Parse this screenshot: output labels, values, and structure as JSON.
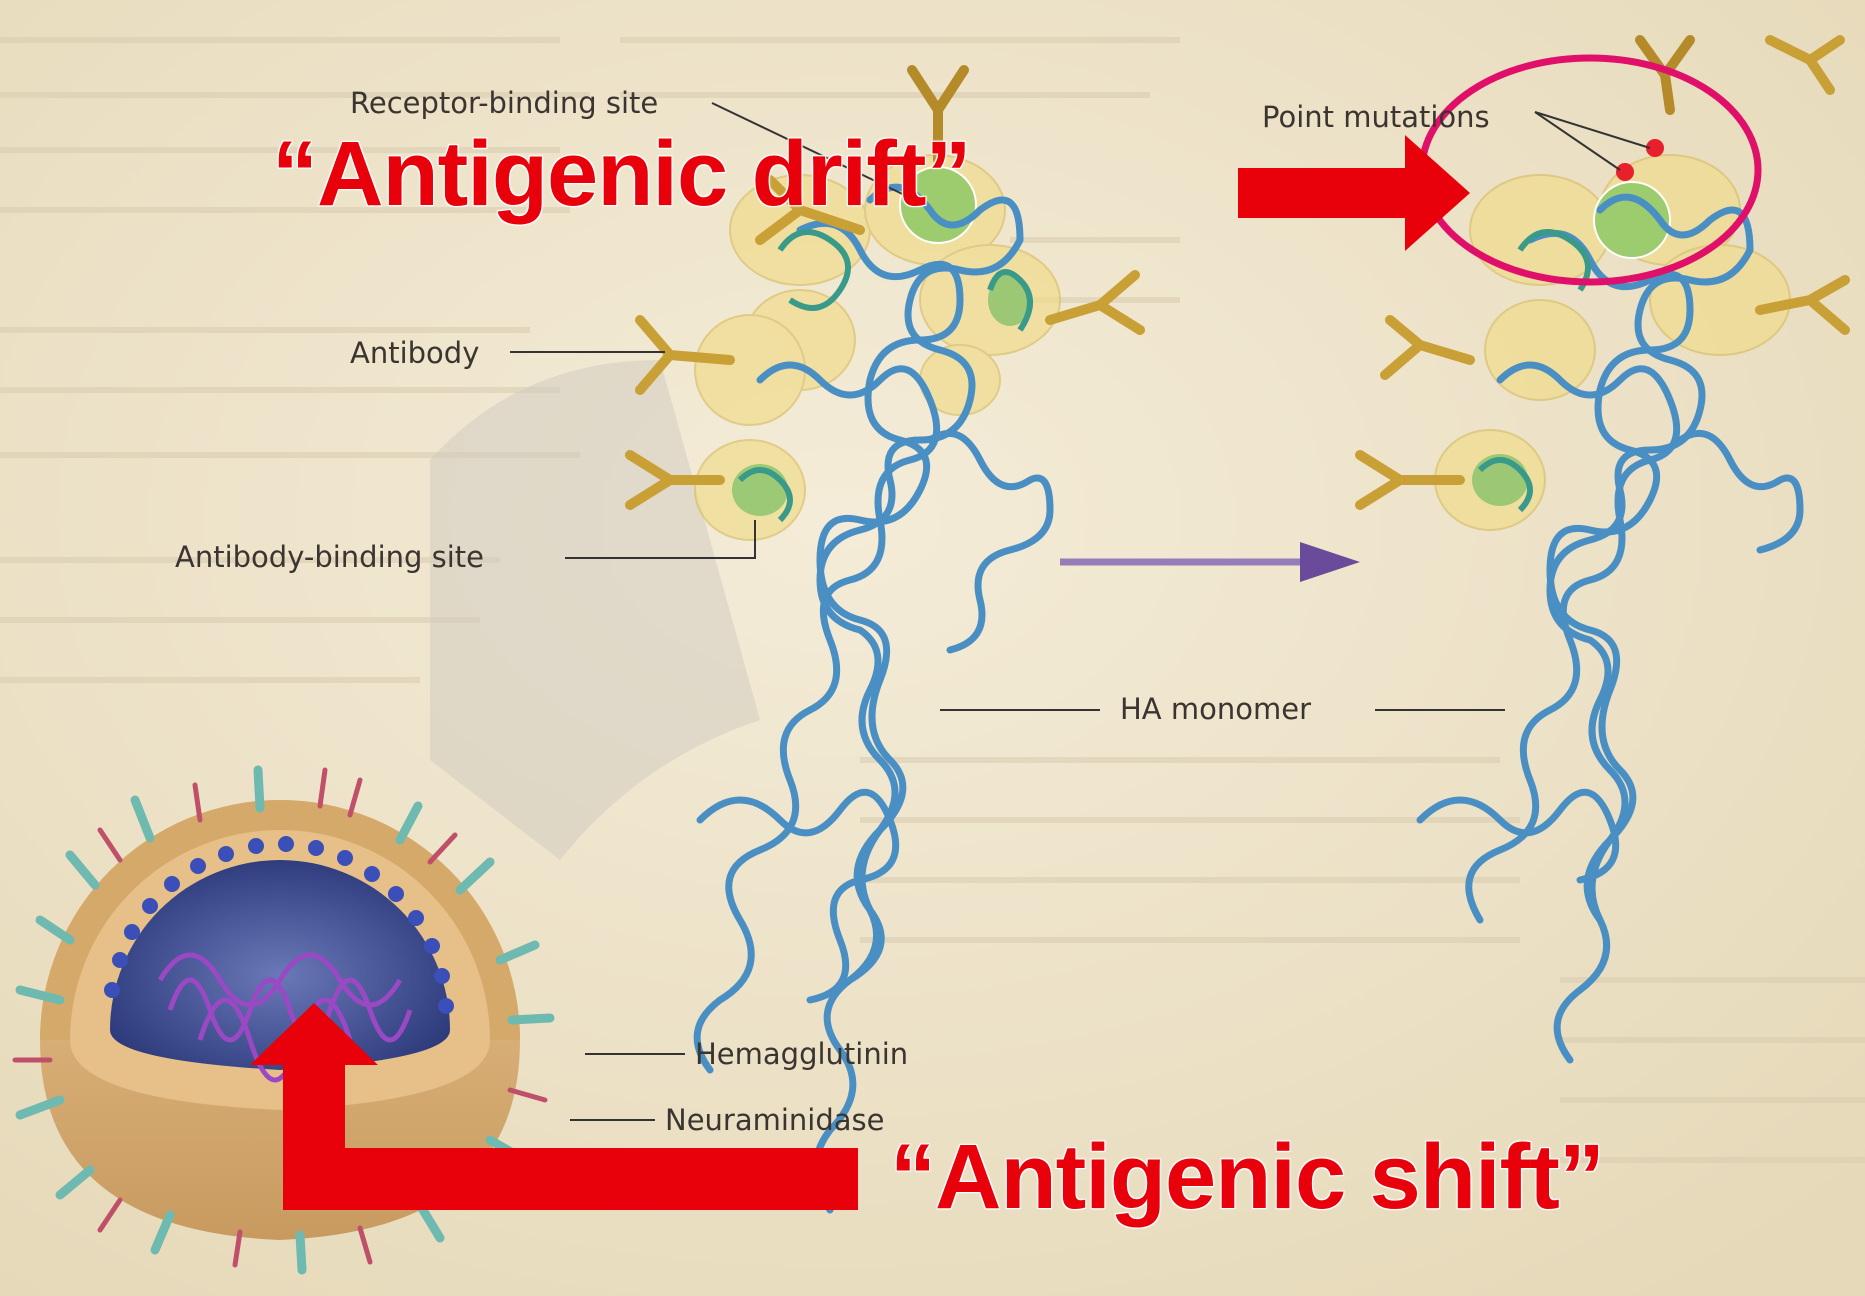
{
  "labels": {
    "receptor_binding_site": "Receptor-binding site",
    "antibody": "Antibody",
    "antibody_binding_site": "Antibody-binding site",
    "ha_monomer": "HA monomer",
    "point_mutations": "Point mutations",
    "hemagglutinin": "Hemagglutinin",
    "neuraminidase": "Neuraminidase"
  },
  "annotations": {
    "drift": "“Antigenic drift”",
    "shift": "“Antigenic shift”"
  },
  "colors": {
    "annotation_red": "#e8000b",
    "ellipse_pink": "#e0106a",
    "protein_blue": "#4a8fc4",
    "antibody_gold": "#c9a035",
    "transition_arrow_purple": "#7a5aa8"
  }
}
